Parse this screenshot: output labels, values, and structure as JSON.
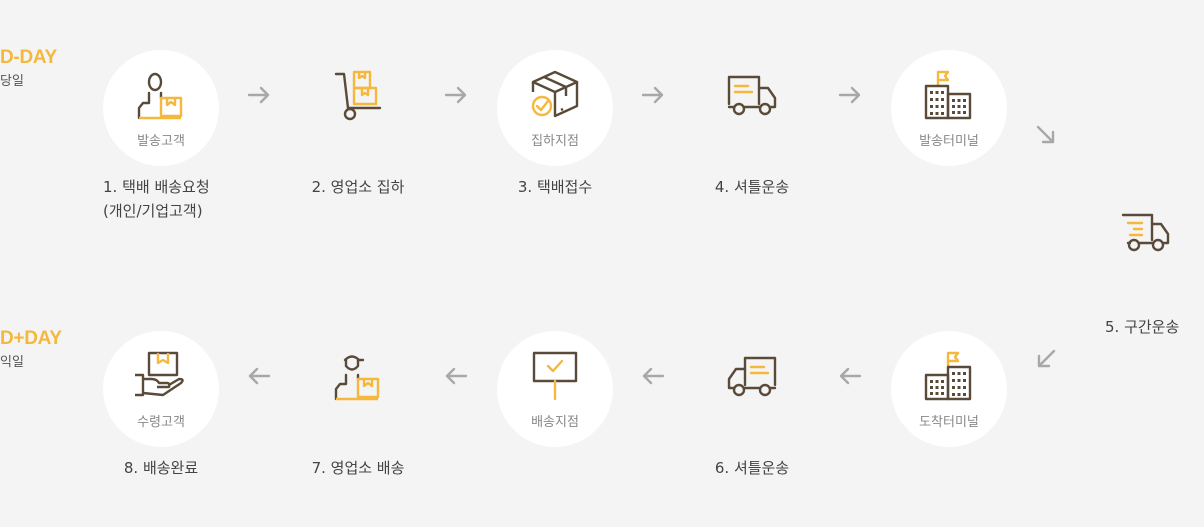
{
  "colors": {
    "accent": "#f5b83d",
    "icon_dark": "#5a4a3a",
    "arrow": "#a8a8a8",
    "background": "#f4f4f4",
    "circle": "#ffffff"
  },
  "top_row": {
    "day_title": "D-DAY",
    "day_sub": "당일"
  },
  "bottom_row": {
    "day_title": "D+DAY",
    "day_sub": "익일"
  },
  "steps": {
    "s1": {
      "circle_label": "발송고객",
      "caption_line1": "1. 택배 배송요청",
      "caption_line2": "(개인/기업고객)",
      "icon": "customer-with-box-icon"
    },
    "s2": {
      "caption": "2. 영업소 집하",
      "icon": "hand-truck-icon"
    },
    "s3": {
      "circle_label": "집하지점",
      "caption": "3. 택배접수",
      "icon": "box-check-icon"
    },
    "s4": {
      "caption": "4. 셔틀운송",
      "icon": "truck-icon"
    },
    "s5": {
      "circle_label": "발송터미널",
      "icon": "terminal-building-icon"
    },
    "s6": {
      "caption": "5. 구간운송",
      "icon": "fast-truck-icon"
    },
    "s7": {
      "circle_label": "도착터미널",
      "icon": "terminal-building-icon"
    },
    "s8": {
      "caption": "6. 셔틀운송",
      "icon": "truck-icon"
    },
    "s9": {
      "circle_label": "배송지점",
      "icon": "signboard-check-icon"
    },
    "s10": {
      "caption": "7. 영업소 배송",
      "icon": "courier-with-box-icon"
    },
    "s11": {
      "circle_label": "수령고객",
      "caption": "8. 배송완료",
      "icon": "hand-receive-box-icon"
    }
  }
}
